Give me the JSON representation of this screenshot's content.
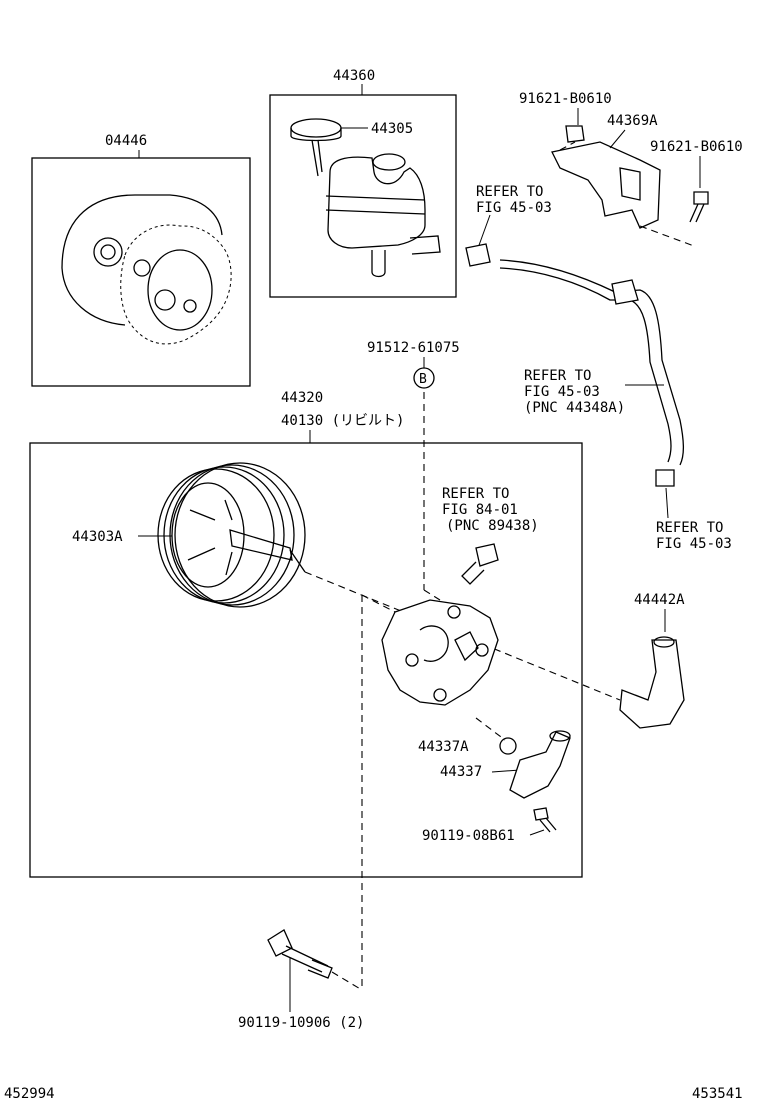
{
  "labels": {
    "p04446": "04446",
    "p44360": "44360",
    "p44305": "44305",
    "p91621_a": "91621-B0610",
    "p44369A": "44369A",
    "p91621_b": "91621-B0610",
    "refer_a": [
      "REFER TO",
      "FIG 45-03"
    ],
    "p91512": "91512-61075",
    "callout_b": "B",
    "refer_b": [
      "REFER TO",
      "FIG 45-03",
      "(PNC 44348A)"
    ],
    "p44320": "44320",
    "p40130": "40130 (リビルト)",
    "refer_c": [
      "REFER TO",
      "FIG 84-01",
      "(PNC 89438)"
    ],
    "p44303A": "44303A",
    "refer_d": [
      "REFER TO",
      "FIG 45-03"
    ],
    "p44442A": "44442A",
    "p44337A": "44337A",
    "p44337": "44337",
    "p90119_08": "90119-08B61",
    "p90119_10": "90119-10906 (2)"
  },
  "footer": {
    "left_code": "452994",
    "right_code": "453541"
  }
}
